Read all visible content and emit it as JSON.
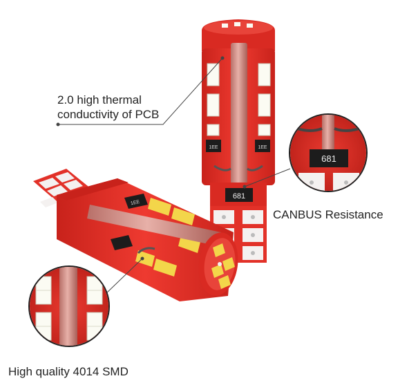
{
  "callouts": {
    "pcb_line1": "2.0 high thermal",
    "pcb_line2": "conductivity of PCB",
    "canbus": "CANBUS Resistance",
    "smd": "High quality 4014 SMD"
  },
  "components": {
    "resistor_code": "681",
    "small_resistor_code": "1EE"
  },
  "colors": {
    "pcb_red": "#e8322a",
    "pcb_dark": "#b51c17",
    "led_yellow": "#f3d64a",
    "led_white": "#fbfbf3",
    "resistor_black": "#1c1c1c",
    "pad_white": "#f4f1f0",
    "stem": "#cc8c84",
    "callout_line": "#444444"
  }
}
